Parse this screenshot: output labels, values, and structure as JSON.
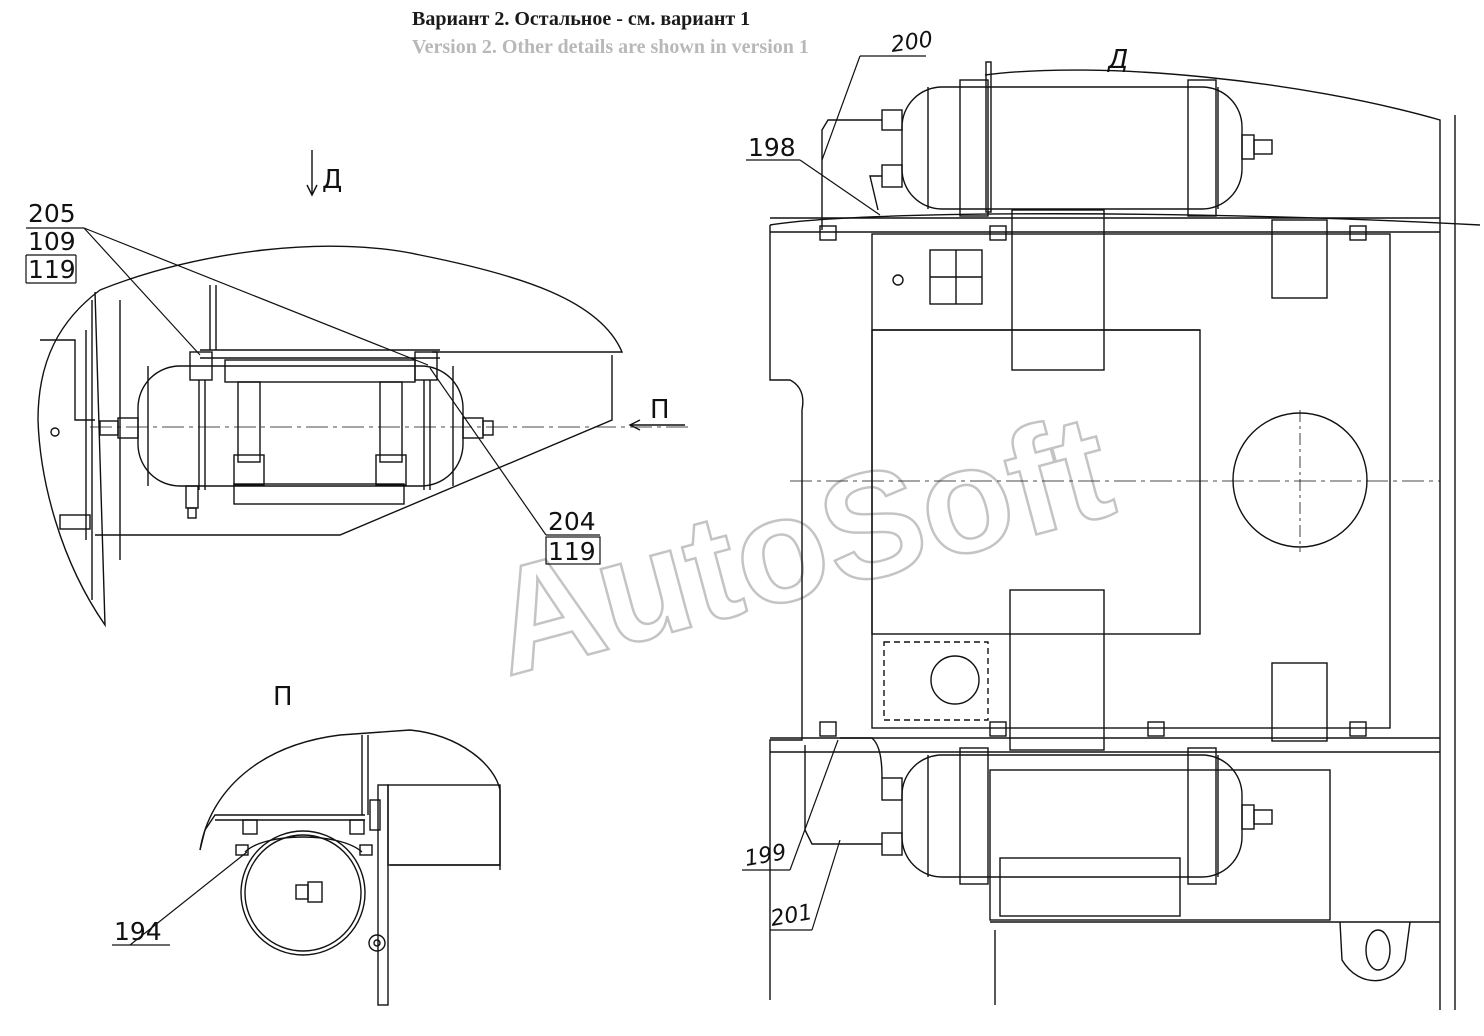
{
  "header": {
    "title_ru": "Вариант 2. Остальное - см. вариант 1",
    "title_en": "Version 2. Other details are shown in version 1"
  },
  "view_labels": {
    "view_d_arrow": "Д",
    "view_d_top": "Д",
    "view_p_arrow": "П",
    "view_p_title": "П"
  },
  "callouts": {
    "c205": "205",
    "c109": "109",
    "c119a": "119",
    "c204": "204",
    "c119b": "119",
    "c194": "194",
    "c198": "198",
    "c200": "200",
    "c199": "199",
    "c201": "201"
  },
  "watermark": "AutoSoft",
  "colors": {
    "line": "#111111",
    "watermark": "#c4c4c4",
    "subtitle": "#b8b8b8"
  }
}
